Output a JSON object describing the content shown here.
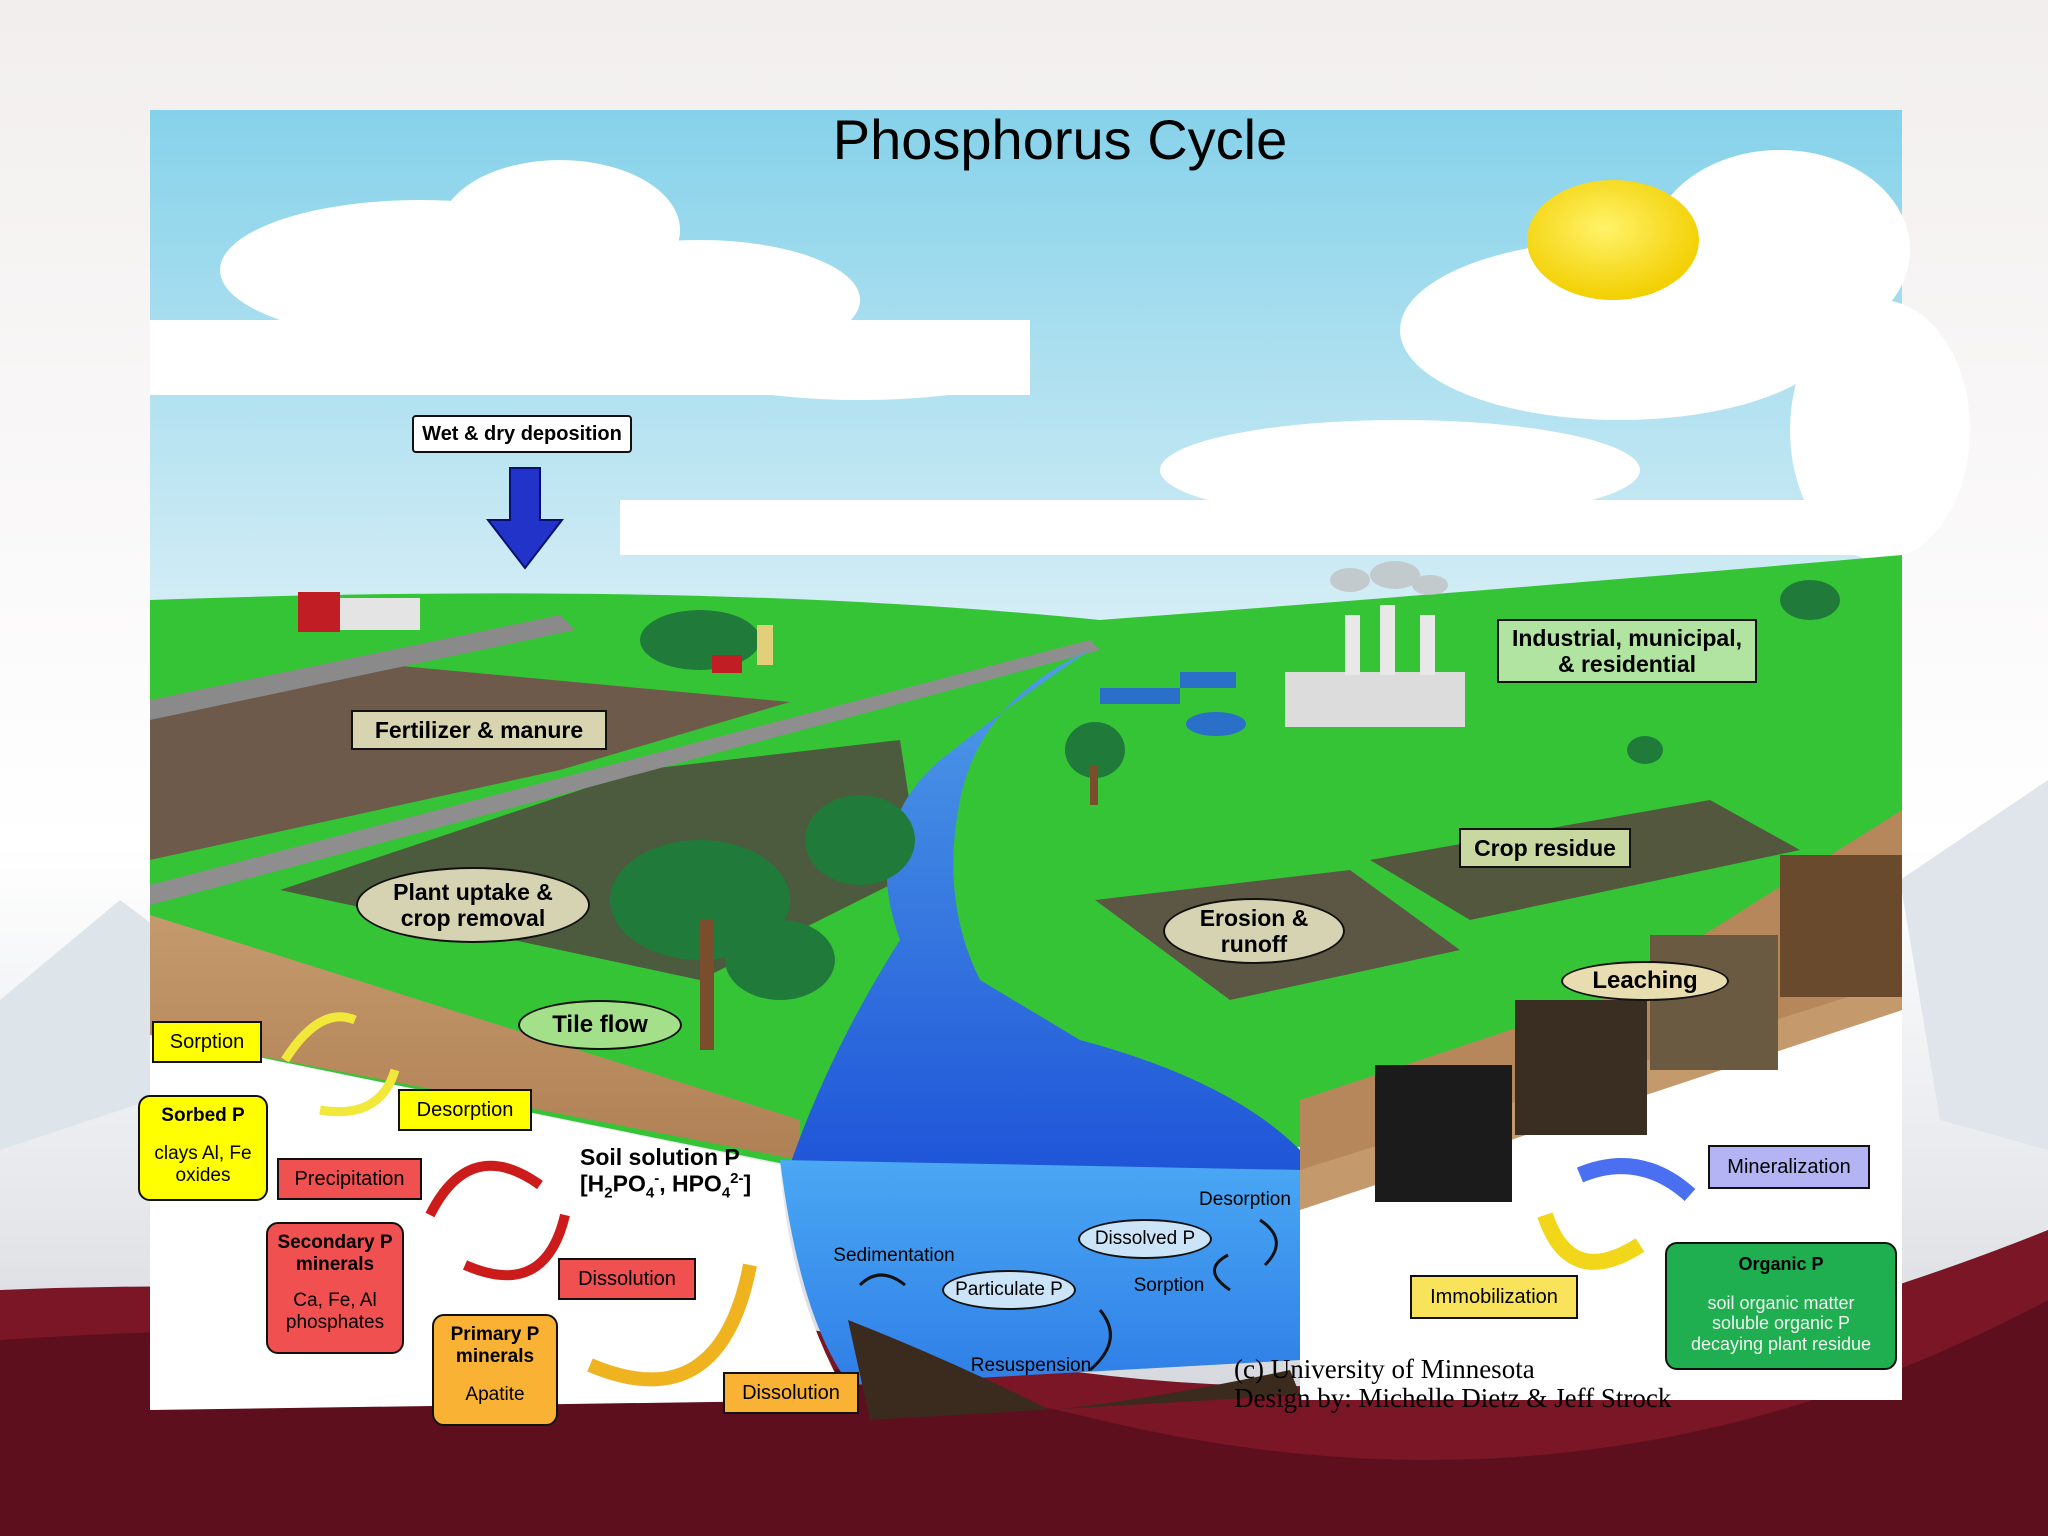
{
  "title": "Phosphorus Cycle",
  "processes": {
    "wet_dry_deposition": "Wet  & dry deposition",
    "fertilizer_manure": "Fertilizer & manure",
    "plant_uptake": "Plant uptake & crop removal",
    "tile_flow": "Tile flow",
    "erosion_runoff": "Erosion & runoff",
    "crop_residue": "Crop residue",
    "leaching": "Leaching",
    "industrial": "Industrial, municipal, & residential"
  },
  "soil": {
    "sorption": "Sorption",
    "desorption": "Desorption",
    "sorbed_p_title": "Sorbed P",
    "sorbed_p_detail": "clays Al, Fe oxides",
    "precipitation": "Precipitation",
    "secondary_title": "Secondary P minerals",
    "secondary_detail": "Ca, Fe, Al phosphates",
    "dissolution_1": "Dissolution",
    "primary_title": "Primary P minerals",
    "primary_detail": "Apatite",
    "dissolution_2": "Dissolution",
    "soil_solution_title": "Soil solution P",
    "soil_solution_formula_open": "[H",
    "soil_solution_formula_2": "2",
    "soil_solution_formula_po": "PO",
    "soil_solution_formula_4": "4",
    "soil_solution_formula_minus": "-",
    "soil_solution_formula_mid": ", HPO",
    "soil_solution_formula_4b": "4",
    "soil_solution_formula_2minus": "2-",
    "soil_solution_formula_close": "]"
  },
  "water": {
    "sedimentation": "Sedimentation",
    "particulate_p": "Particulate P",
    "dissolved_p": "Dissolved P",
    "desorption": "Desorption",
    "sorption": "Sorption",
    "resuspension": "Resuspension"
  },
  "organic": {
    "mineralization": "Mineralization",
    "immobilization": "Immobilization",
    "organic_title": "Organic P",
    "organic_detail": "soil organic matter soluble organic P decaying plant residue"
  },
  "credit": {
    "line1": "(c) University of Minnesota",
    "line2": "Design by: Michelle Dietz & Jeff Strock"
  },
  "colors": {
    "yellow_box": "#ffff00",
    "red_box": "#f05050",
    "orange_box": "#f9b233",
    "purple_box": "#b4b4f4",
    "green_box": "#1fae50",
    "sky": "#8fd6ee",
    "water": "#2d6fe0",
    "grass": "#33c633"
  }
}
